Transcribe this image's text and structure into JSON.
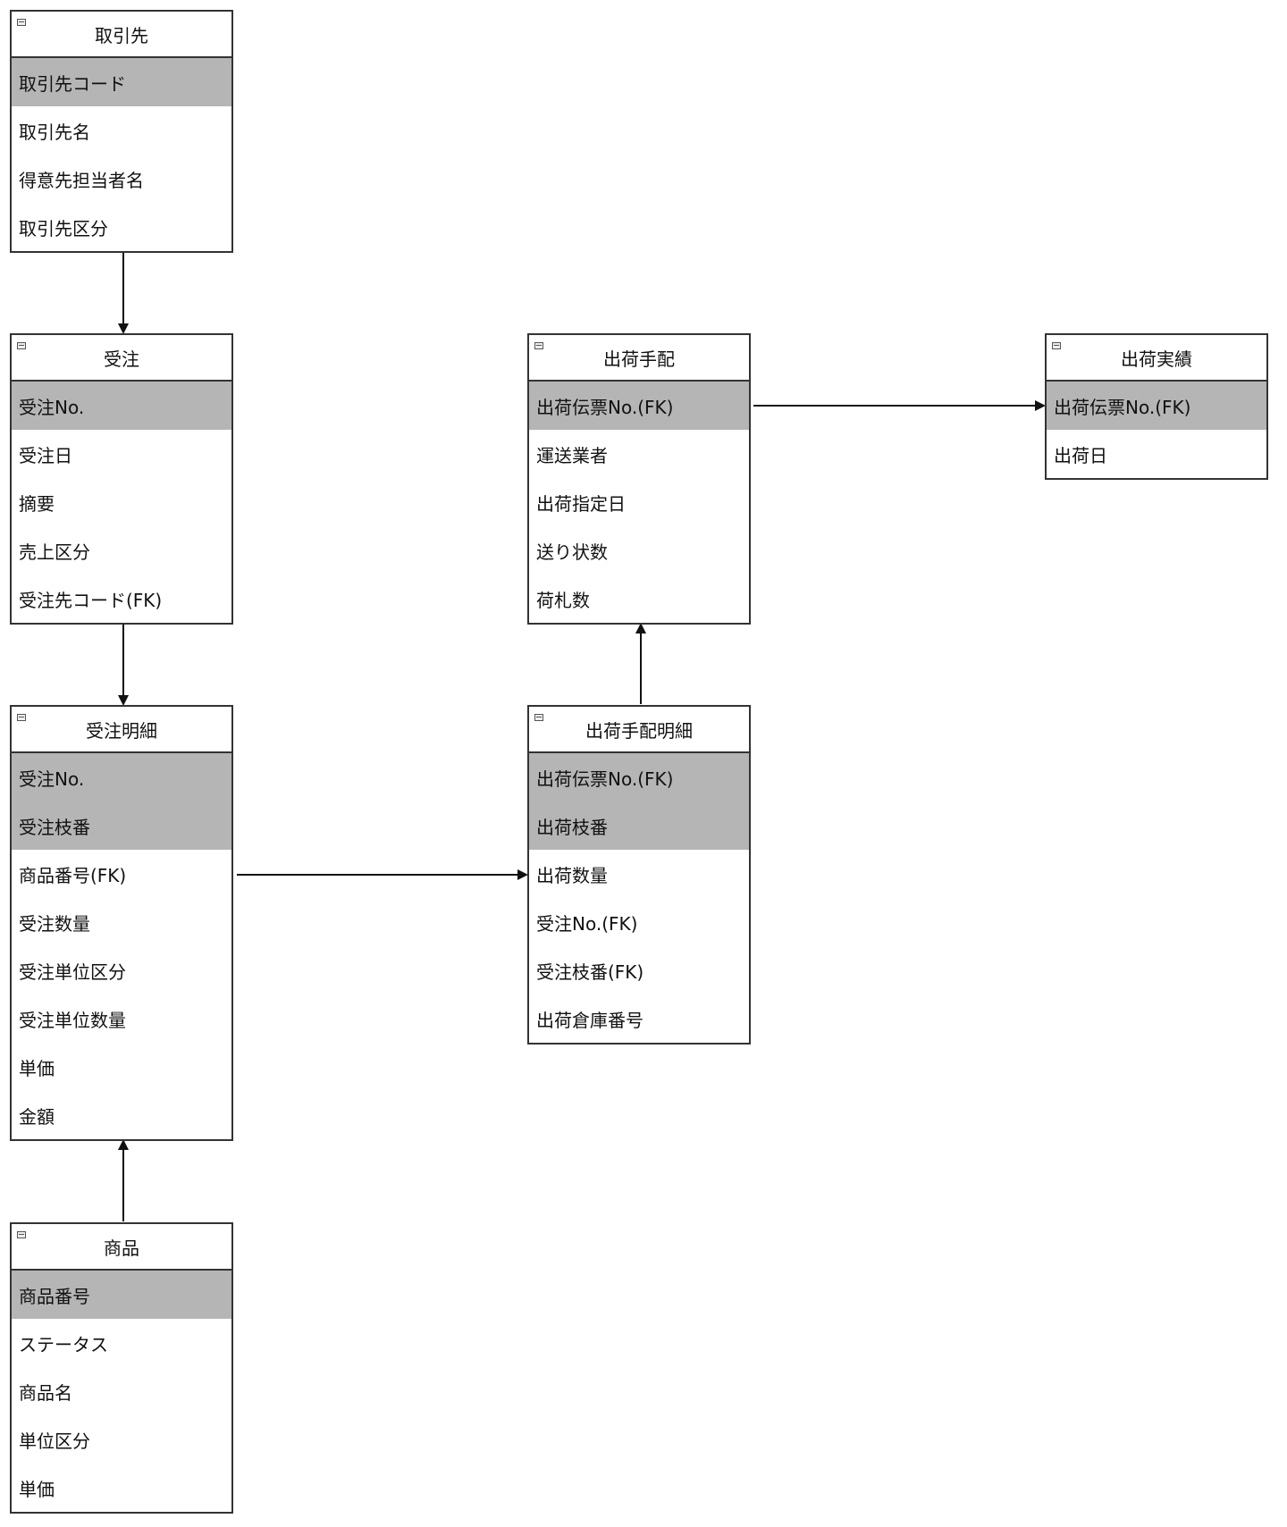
{
  "colors": {
    "key_row_bg": "#b5b5b5",
    "border": "#333333",
    "arrow": "#111111"
  },
  "icon": "collapse-minus-icon",
  "entities": [
    {
      "id": "torihikisaki",
      "title": "取引先",
      "rows": [
        {
          "label": "取引先コード",
          "key": true
        },
        {
          "label": "取引先名",
          "key": false
        },
        {
          "label": "得意先担当者名",
          "key": false
        },
        {
          "label": "取引先区分",
          "key": false
        }
      ]
    },
    {
      "id": "juchu",
      "title": "受注",
      "rows": [
        {
          "label": "受注No.",
          "key": true
        },
        {
          "label": "受注日",
          "key": false
        },
        {
          "label": "摘要",
          "key": false
        },
        {
          "label": "売上区分",
          "key": false
        },
        {
          "label": "受注先コード(FK)",
          "key": false
        }
      ]
    },
    {
      "id": "juchu-meisai",
      "title": "受注明細",
      "rows": [
        {
          "label": "受注No.",
          "key": true
        },
        {
          "label": "受注枝番",
          "key": true
        },
        {
          "label": "商品番号(FK)",
          "key": false
        },
        {
          "label": "受注数量",
          "key": false
        },
        {
          "label": "受注単位区分",
          "key": false
        },
        {
          "label": "受注単位数量",
          "key": false
        },
        {
          "label": "単価",
          "key": false
        },
        {
          "label": "金額",
          "key": false
        }
      ]
    },
    {
      "id": "shohin",
      "title": "商品",
      "rows": [
        {
          "label": "商品番号",
          "key": true
        },
        {
          "label": "ステータス",
          "key": false
        },
        {
          "label": "商品名",
          "key": false
        },
        {
          "label": "単位区分",
          "key": false
        },
        {
          "label": "単価",
          "key": false
        }
      ]
    },
    {
      "id": "shukka-tehai",
      "title": "出荷手配",
      "rows": [
        {
          "label": "出荷伝票No.(FK)",
          "key": true
        },
        {
          "label": "運送業者",
          "key": false
        },
        {
          "label": "出荷指定日",
          "key": false
        },
        {
          "label": "送り状数",
          "key": false
        },
        {
          "label": "荷札数",
          "key": false
        }
      ]
    },
    {
      "id": "shukka-tehai-meisai",
      "title": "出荷手配明細",
      "rows": [
        {
          "label": "出荷伝票No.(FK)",
          "key": true
        },
        {
          "label": "出荷枝番",
          "key": true
        },
        {
          "label": "出荷数量",
          "key": false
        },
        {
          "label": "受注No.(FK)",
          "key": false
        },
        {
          "label": "受注枝番(FK)",
          "key": false
        },
        {
          "label": "出荷倉庫番号",
          "key": false
        }
      ]
    },
    {
      "id": "shukka-jisseki",
      "title": "出荷実績",
      "rows": [
        {
          "label": "出荷伝票No.(FK)",
          "key": true
        },
        {
          "label": "出荷日",
          "key": false
        }
      ]
    }
  ],
  "relations": [
    {
      "from": "torihikisaki",
      "to": "juchu"
    },
    {
      "from": "juchu",
      "to": "juchu-meisai"
    },
    {
      "from": "shohin",
      "to": "juchu-meisai"
    },
    {
      "from": "juchu-meisai",
      "to": "shukka-tehai-meisai"
    },
    {
      "from": "shukka-tehai-meisai",
      "to": "shukka-tehai"
    },
    {
      "from": "shukka-tehai",
      "to": "shukka-jisseki"
    }
  ]
}
